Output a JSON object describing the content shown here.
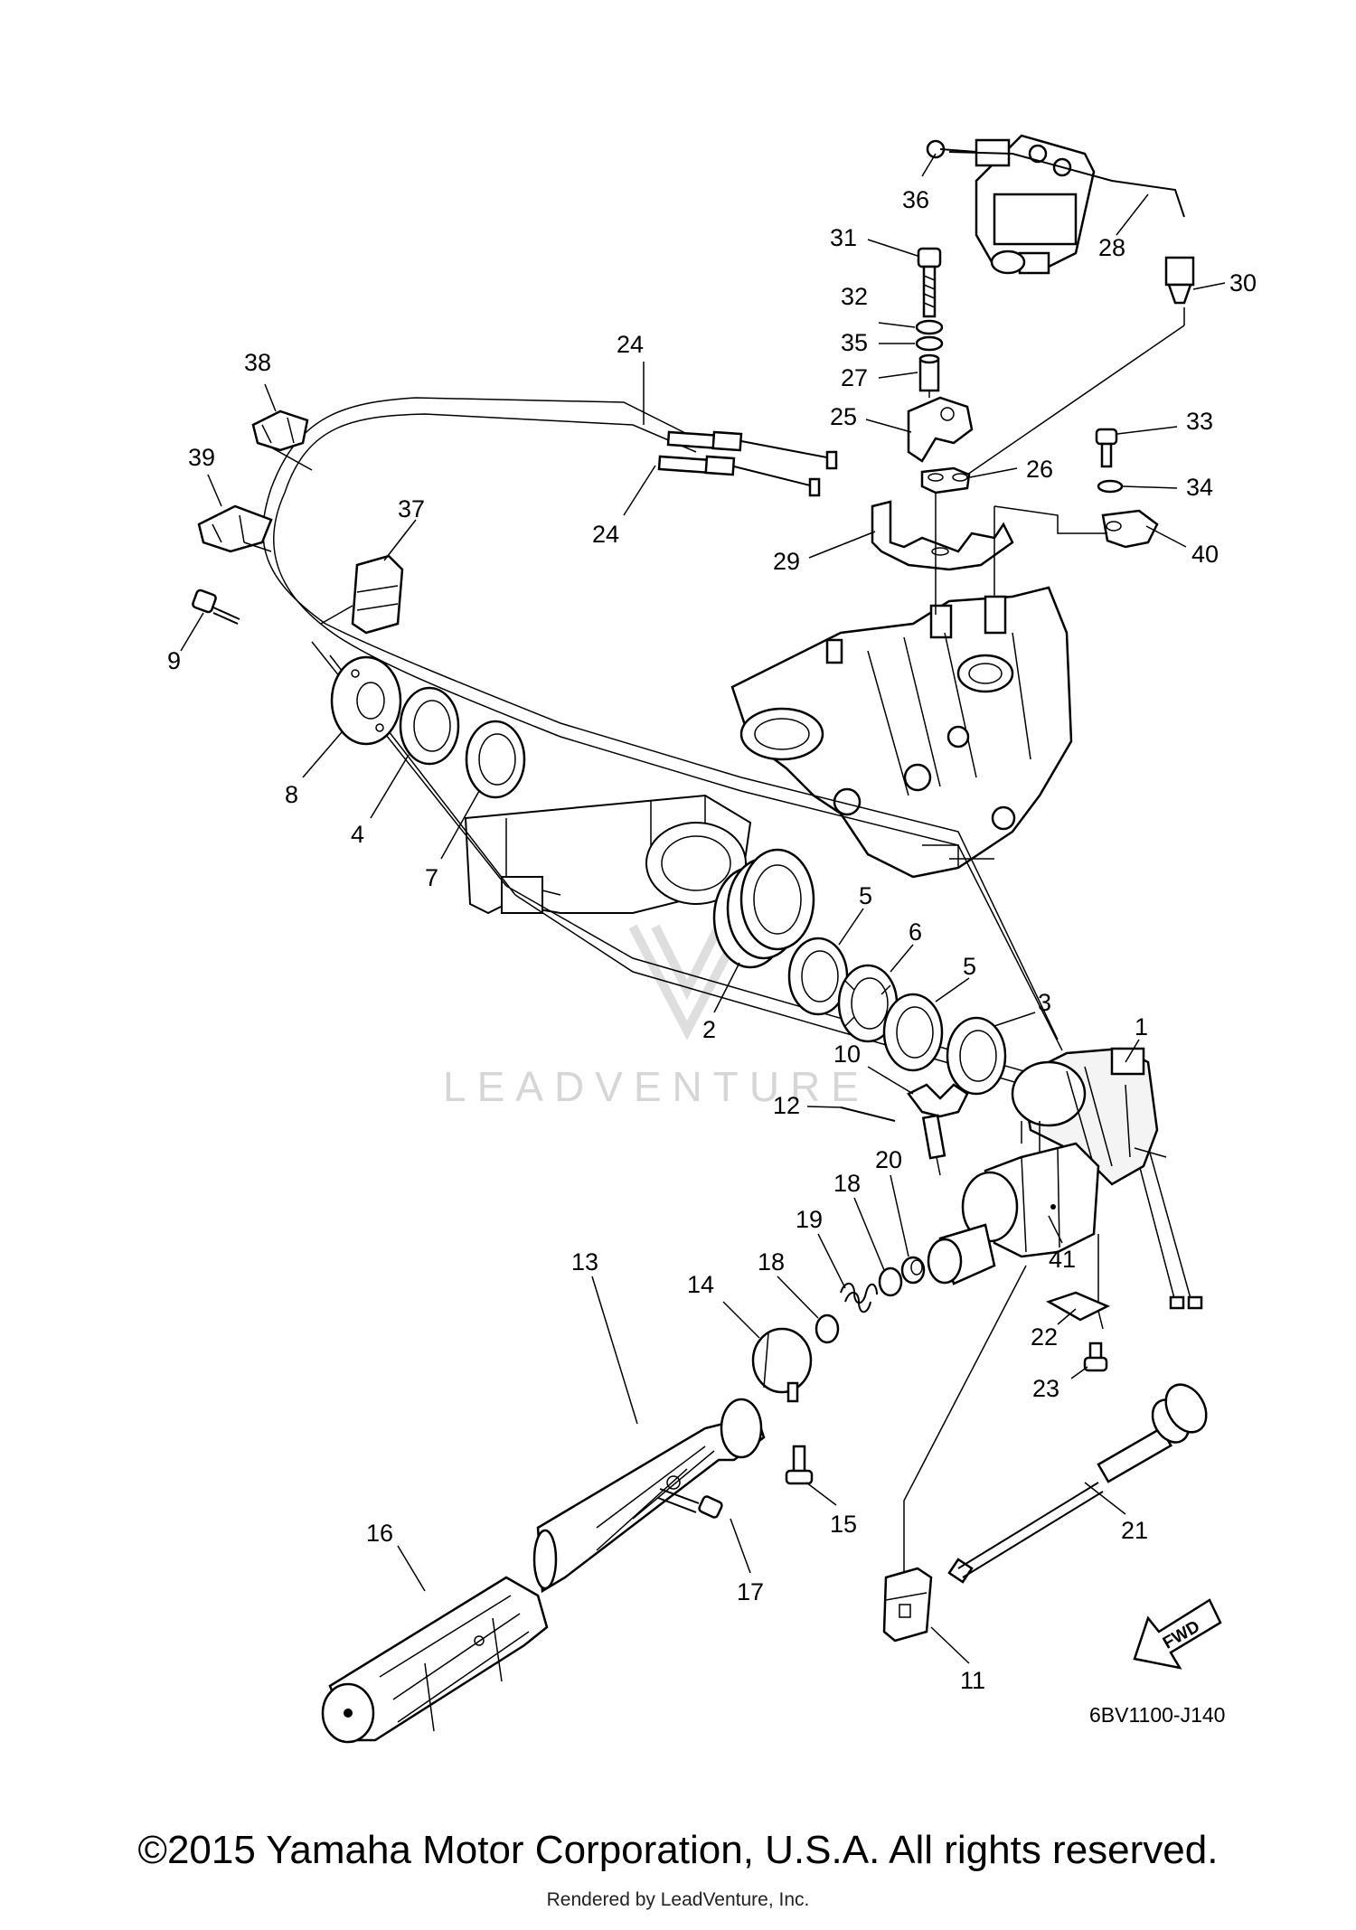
{
  "diagram": {
    "drawing_code": "6BV1100-J140",
    "direction_label": "FWD",
    "watermark": "LEADVENTURE",
    "callouts": [
      {
        "id": "36",
        "label": "36"
      },
      {
        "id": "28",
        "label": "28"
      },
      {
        "id": "30",
        "label": "30"
      },
      {
        "id": "31",
        "label": "31"
      },
      {
        "id": "32",
        "label": "32"
      },
      {
        "id": "35",
        "label": "35"
      },
      {
        "id": "27",
        "label": "27"
      },
      {
        "id": "25",
        "label": "25"
      },
      {
        "id": "26",
        "label": "26"
      },
      {
        "id": "33",
        "label": "33"
      },
      {
        "id": "34",
        "label": "34"
      },
      {
        "id": "40",
        "label": "40"
      },
      {
        "id": "29",
        "label": "29"
      },
      {
        "id": "24a",
        "label": "24"
      },
      {
        "id": "24b",
        "label": "24"
      },
      {
        "id": "38",
        "label": "38"
      },
      {
        "id": "39",
        "label": "39"
      },
      {
        "id": "37",
        "label": "37"
      },
      {
        "id": "9",
        "label": "9"
      },
      {
        "id": "8",
        "label": "8"
      },
      {
        "id": "4",
        "label": "4"
      },
      {
        "id": "7",
        "label": "7"
      },
      {
        "id": "5a",
        "label": "5"
      },
      {
        "id": "6",
        "label": "6"
      },
      {
        "id": "5b",
        "label": "5"
      },
      {
        "id": "3",
        "label": "3"
      },
      {
        "id": "1",
        "label": "1"
      },
      {
        "id": "2",
        "label": "2"
      },
      {
        "id": "10",
        "label": "10"
      },
      {
        "id": "12",
        "label": "12"
      },
      {
        "id": "20",
        "label": "20"
      },
      {
        "id": "18a",
        "label": "18"
      },
      {
        "id": "19",
        "label": "19"
      },
      {
        "id": "18b",
        "label": "18"
      },
      {
        "id": "14",
        "label": "14"
      },
      {
        "id": "41",
        "label": "41"
      },
      {
        "id": "22",
        "label": "22"
      },
      {
        "id": "23",
        "label": "23"
      },
      {
        "id": "13",
        "label": "13"
      },
      {
        "id": "15",
        "label": "15"
      },
      {
        "id": "21",
        "label": "21"
      },
      {
        "id": "16",
        "label": "16"
      },
      {
        "id": "17",
        "label": "17"
      },
      {
        "id": "11",
        "label": "11"
      }
    ]
  },
  "footer": {
    "copyright": "©2015 Yamaha Motor Corporation, U.S.A. All rights reserved.",
    "rendered_by": "Rendered by LeadVenture, Inc."
  }
}
